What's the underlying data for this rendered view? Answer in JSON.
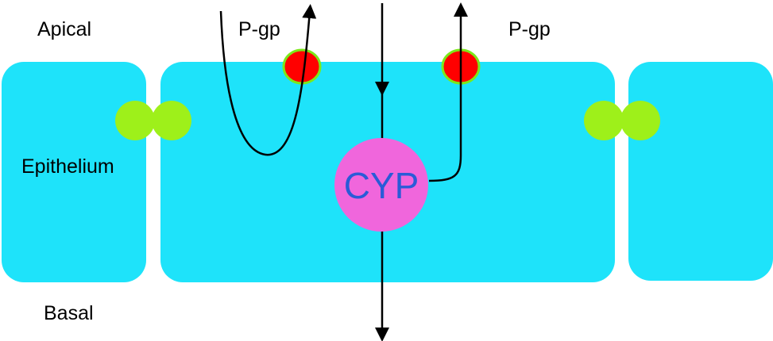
{
  "labels": {
    "apical": "Apical",
    "epithelium": "Epithelium",
    "basal": "Basal",
    "pgp_left": "P-gp",
    "pgp_right": "P-gp",
    "cyp": "CYP"
  },
  "colors": {
    "cell": "#1ee3fa",
    "tight_junction": "#9ef01a",
    "pgp_fill": "#ff0000",
    "pgp_outline": "#7ce81a",
    "cyp_fill": "#f066dc",
    "cyp_text": "#2a5bd7",
    "arrow": "#000000"
  },
  "icons": {
    "pgp_transporter": "red-circle",
    "tight_junction": "green-circle-pair",
    "cyp_enzyme": "pink-circle"
  }
}
